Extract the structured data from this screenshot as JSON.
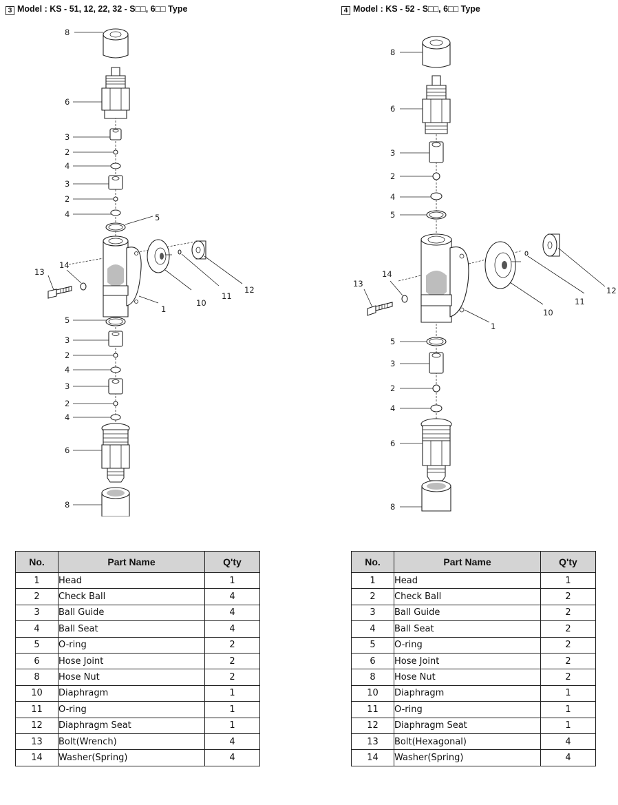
{
  "left": {
    "heading_no": "3",
    "heading": "Model : KS - 51,  12,  22,  32 - S□□,  6□□  Type",
    "callouts": [
      "8",
      "6",
      "3",
      "2",
      "4",
      "3",
      "2",
      "4",
      "5",
      "14",
      "13",
      "10",
      "11",
      "12",
      "1",
      "5",
      "3",
      "2",
      "4",
      "3",
      "2",
      "4",
      "6",
      "8"
    ],
    "table": {
      "headers": [
        "No.",
        "Part Name",
        "Q'ty"
      ],
      "rows": [
        [
          "1",
          "Head",
          "1"
        ],
        [
          "2",
          "Check Ball",
          "4"
        ],
        [
          "3",
          "Ball Guide",
          "4"
        ],
        [
          "4",
          "Ball Seat",
          "4"
        ],
        [
          "5",
          "O-ring",
          "2"
        ],
        [
          "6",
          "Hose Joint",
          "2"
        ],
        [
          "8",
          "Hose Nut",
          "2"
        ],
        [
          "10",
          "Diaphragm",
          "1"
        ],
        [
          "11",
          "O-ring",
          "1"
        ],
        [
          "12",
          "Diaphragm Seat",
          "1"
        ],
        [
          "13",
          "Bolt(Wrench)",
          "4"
        ],
        [
          "14",
          "Washer(Spring)",
          "4"
        ]
      ]
    }
  },
  "right": {
    "heading_no": "4",
    "heading": "Model : KS - 52 - S□□,  6□□  Type",
    "callouts": [
      "8",
      "6",
      "3",
      "2",
      "4",
      "5",
      "14",
      "13",
      "10",
      "11",
      "12",
      "1",
      "5",
      "3",
      "2",
      "4",
      "6",
      "8"
    ],
    "table": {
      "headers": [
        "No.",
        "Part Name",
        "Q'ty"
      ],
      "rows": [
        [
          "1",
          "Head",
          "1"
        ],
        [
          "2",
          "Check Ball",
          "2"
        ],
        [
          "3",
          "Ball Guide",
          "2"
        ],
        [
          "4",
          "Ball Seat",
          "2"
        ],
        [
          "5",
          "O-ring",
          "2"
        ],
        [
          "6",
          "Hose Joint",
          "2"
        ],
        [
          "8",
          "Hose Nut",
          "2"
        ],
        [
          "10",
          "Diaphragm",
          "1"
        ],
        [
          "11",
          "O-ring",
          "1"
        ],
        [
          "12",
          "Diaphragm Seat",
          "1"
        ],
        [
          "13",
          "Bolt(Hexagonal)",
          "4"
        ],
        [
          "14",
          "Washer(Spring)",
          "4"
        ]
      ]
    }
  }
}
